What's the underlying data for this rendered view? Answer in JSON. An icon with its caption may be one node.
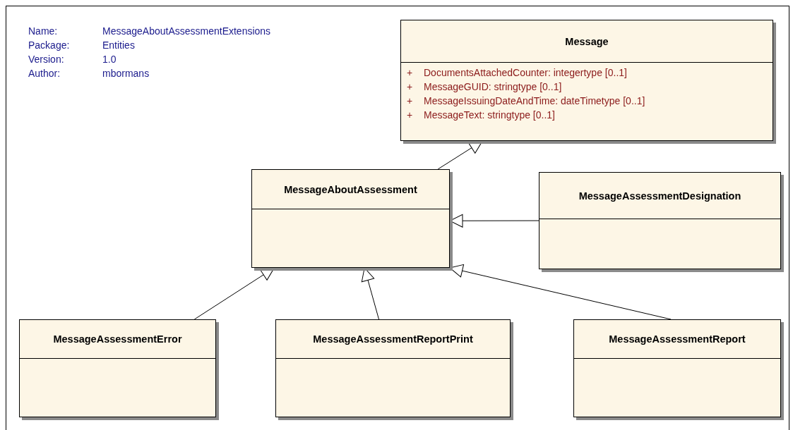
{
  "diagram": {
    "nodes": [
      {
        "text": [
          "Message",
          "+",
          "DocumentsAttachedCounter:  integertype [0..1]",
          "+",
          "MessageGUID:  stringtype [0..1]",
          "+",
          "MessageIssuingDateAndTime:  dateTimetype [0..1]",
          "+",
          "MessageText:  stringtype [0..1]"
        ]
      },
      {
        "text": [
          "MessageAboutAssessment"
        ]
      },
      {
        "text": [
          "MessageAssessmentDesignation"
        ]
      },
      {
        "text": [
          "MessageAssessmentError"
        ]
      },
      {
        "text": [
          "MessageAssessmentReportPrint"
        ]
      },
      {
        "text": [
          "MessageAssessmentReport"
        ]
      }
    ],
    "edges": [
      {
        "from": 1,
        "to": 0,
        "arrow": "to"
      },
      {
        "from": 2,
        "to": 1,
        "arrow": "to"
      },
      {
        "from": 3,
        "to": 1,
        "arrow": "to"
      },
      {
        "from": 4,
        "to": 1,
        "arrow": "to"
      },
      {
        "from": 5,
        "to": 1,
        "arrow": "to"
      }
    ],
    "labels": [
      "Name:",
      "MessageAboutAssessmentExtensions",
      "Package:",
      "Entities",
      "Version:",
      "1.0",
      "Author:",
      "mbormans"
    ]
  }
}
